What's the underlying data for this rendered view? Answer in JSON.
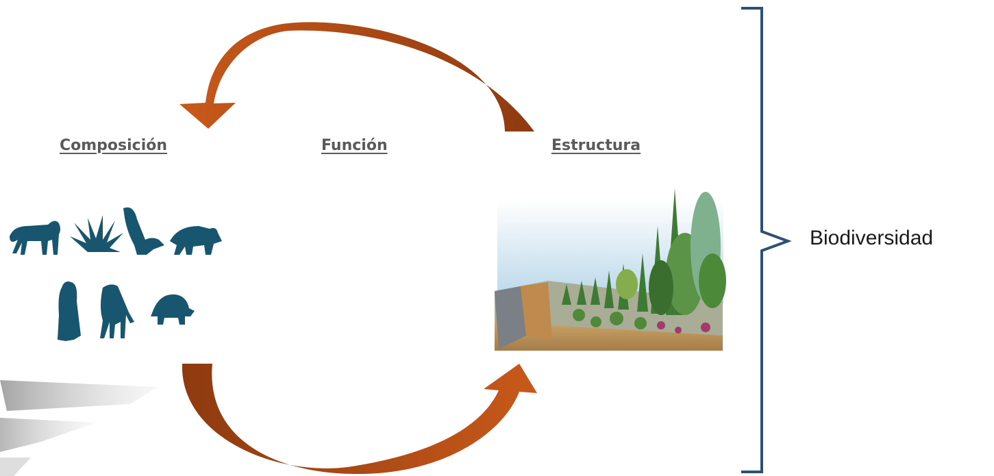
{
  "diagram": {
    "labels": {
      "composicion": "Composición",
      "funcion": "Función",
      "estructura": "Estructura"
    },
    "bracket_label": "Biodiversidad",
    "colors": {
      "arrow": "#c0561a",
      "arrow_dark": "#8e3a10",
      "silhouette": "#17566e",
      "bracket": "#2c5076",
      "label": "#5a5a5a"
    },
    "icons": {
      "animals": [
        "jaguar-icon",
        "agave-icon",
        "eagle-icon",
        "bear-icon",
        "owl-icon",
        "deer-icon",
        "tortoise-icon"
      ],
      "landscape": "ecological-succession-illustration"
    }
  }
}
